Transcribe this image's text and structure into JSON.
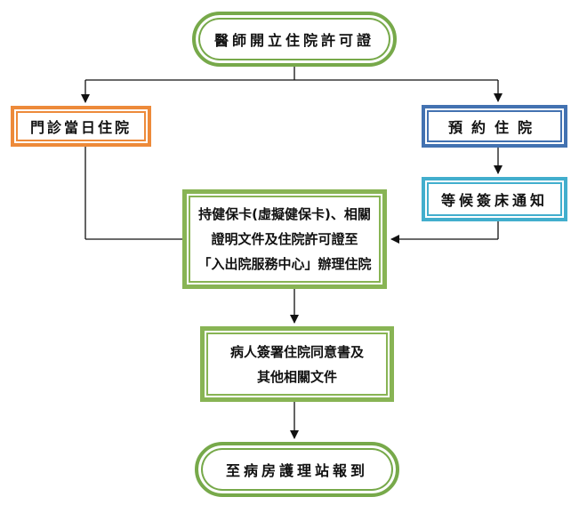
{
  "nodes": {
    "start": "醫師開立住院許可證",
    "outpatient": "門診當日住院",
    "reservation": "預約住院",
    "wait_bed": "等候簽床通知",
    "admission_center": "持健保卡(虛擬健保卡)、相關\n證明文件及住院許可證至\n「入出院服務中心」辦理住院",
    "consent": "病人簽署住院同意書及\n其他相關文件",
    "end": "至病房護理站報到"
  },
  "colors": {
    "green": "#77a94a",
    "green_light": "#88b454",
    "orange": "#ed8a3a",
    "blue": "#4372b1",
    "teal": "#42aecd",
    "connector": "#111111"
  }
}
